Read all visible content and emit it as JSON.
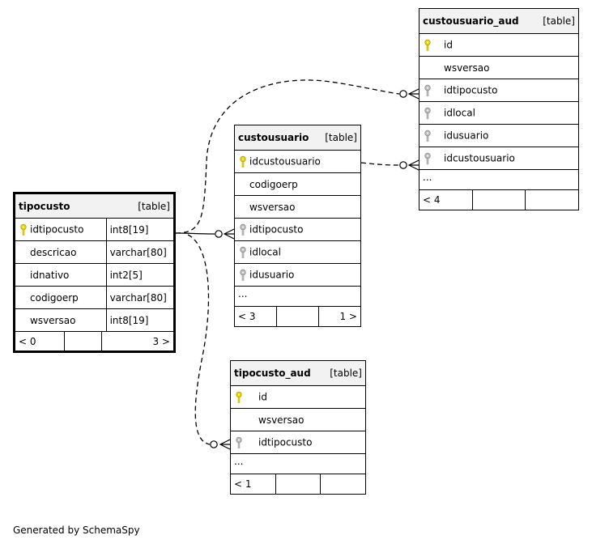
{
  "credit": "Generated by SchemaSpy",
  "colors": {
    "primary_key": "#e8d400",
    "foreign_key": "#a6a6a6",
    "header_bg": "#f2f2f2"
  },
  "tables": {
    "tipocusto": {
      "name": "tipocusto",
      "kind": "[table]",
      "columns": [
        {
          "name": "idtipocusto",
          "type": "int8[19]",
          "key": "primary-key"
        },
        {
          "name": "descricao",
          "type": "varchar[80]",
          "key": "none"
        },
        {
          "name": "idnativo",
          "type": "int2[5]",
          "key": "none"
        },
        {
          "name": "codigoerp",
          "type": "varchar[80]",
          "key": "none"
        },
        {
          "name": "wsversao",
          "type": "int8[19]",
          "key": "none"
        }
      ],
      "footer": {
        "parents": "< 0",
        "children": "3 >"
      }
    },
    "custousuario": {
      "name": "custousuario",
      "kind": "[table]",
      "columns": [
        {
          "name": "idcustousuario",
          "key": "primary-key"
        },
        {
          "name": "codigoerp",
          "key": "none"
        },
        {
          "name": "wsversao",
          "key": "none"
        },
        {
          "name": "idtipocusto",
          "key": "foreign-key"
        },
        {
          "name": "idlocal",
          "key": "foreign-key"
        },
        {
          "name": "idusuario",
          "key": "foreign-key"
        }
      ],
      "ellipsis": "...",
      "footer": {
        "parents": "< 3",
        "children": "1 >"
      }
    },
    "custousuario_aud": {
      "name": "custousuario_aud",
      "kind": "[table]",
      "columns": [
        {
          "name": "id",
          "key": "primary-key"
        },
        {
          "name": "wsversao",
          "key": "none"
        },
        {
          "name": "idtipocusto",
          "key": "foreign-key"
        },
        {
          "name": "idlocal",
          "key": "foreign-key"
        },
        {
          "name": "idusuario",
          "key": "foreign-key"
        },
        {
          "name": "idcustousuario",
          "key": "foreign-key"
        }
      ],
      "ellipsis": "...",
      "footer": {
        "parents": "< 4"
      }
    },
    "tipocusto_aud": {
      "name": "tipocusto_aud",
      "kind": "[table]",
      "columns": [
        {
          "name": "id",
          "key": "primary-key"
        },
        {
          "name": "wsversao",
          "key": "none"
        },
        {
          "name": "idtipocusto",
          "key": "foreign-key"
        }
      ],
      "ellipsis": "...",
      "footer": {
        "parents": "< 1"
      }
    }
  }
}
